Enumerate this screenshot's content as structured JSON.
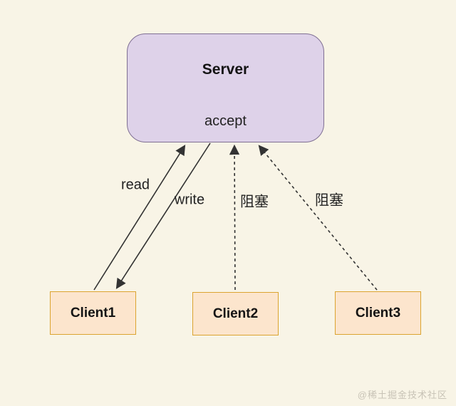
{
  "diagram": {
    "background_color": "#f8f4e6",
    "server": {
      "label": "Server",
      "sublabel": "accept",
      "fill_color": "#ded2e9",
      "border_color": "#7f6f93"
    },
    "clients": [
      {
        "label": "Client1"
      },
      {
        "label": "Client2"
      },
      {
        "label": "Client3"
      }
    ],
    "client_fill_color": "#fce5cd",
    "client_border_color": "#dba430",
    "line_color": "#333333",
    "edges": [
      {
        "label": "read",
        "style": "solid",
        "from": "server",
        "to": "client1"
      },
      {
        "label": "write",
        "style": "solid",
        "from": "client1",
        "to": "server"
      },
      {
        "label": "阻塞",
        "style": "dashed",
        "from": "client2",
        "to": "server"
      },
      {
        "label": "阻塞",
        "style": "dashed",
        "from": "client3",
        "to": "server"
      }
    ],
    "watermark": "@稀土掘金技术社区"
  }
}
